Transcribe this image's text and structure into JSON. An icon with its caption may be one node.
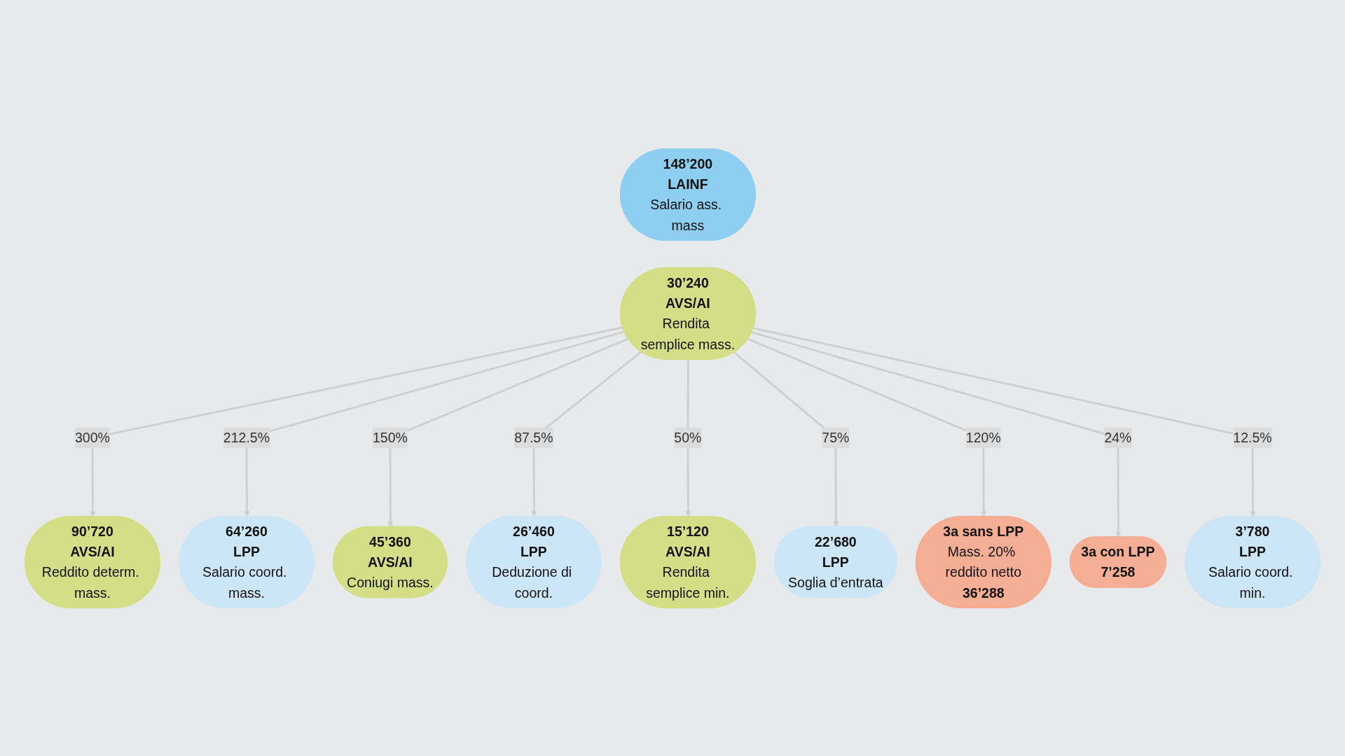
{
  "diagram": {
    "nodes": [
      {
        "text": [
          "148’200",
          "LAINF",
          "Salario ass. mass"
        ]
      },
      {
        "text": [
          "90’720",
          "AVS/AI",
          "Reddito determ. mass."
        ]
      },
      {
        "text": [
          "64’260",
          "LPP",
          "Salario coord. mass."
        ]
      },
      {
        "text": [
          "45’360",
          "AVS/AI",
          "Coniugi mass."
        ]
      },
      {
        "text": [
          "26’460",
          "LPP",
          "Deduzione di coord."
        ]
      },
      {
        "text": [
          "30’240",
          "AVS/AI",
          "Rendita semplice mass."
        ]
      },
      {
        "text": [
          "15’120",
          "AVS/AI",
          "Rendita semplice min."
        ]
      },
      {
        "text": [
          "22’680",
          "LPP",
          "Soglia d’entrata"
        ]
      },
      {
        "text": [
          "3a sans LPP",
          "Mass. 20% reddito netto",
          "36’288"
        ]
      },
      {
        "text": [
          "3’780",
          "LPP",
          "Salario coord. min."
        ]
      },
      {
        "text": [
          "3a con LPP",
          "7’258"
        ]
      }
    ],
    "edges": [
      {
        "from": 5,
        "to": 1,
        "arrow": "to",
        "label": "300%"
      },
      {
        "from": 5,
        "to": 2,
        "arrow": "to",
        "label": "212.5%"
      },
      {
        "from": 5,
        "to": 3,
        "arrow": "to",
        "label": "150%"
      },
      {
        "from": 5,
        "to": 4,
        "arrow": "to",
        "label": "87.5%"
      },
      {
        "from": 5,
        "to": 6,
        "arrow": "to",
        "label": "50%"
      },
      {
        "from": 5,
        "to": 7,
        "arrow": "to",
        "label": "75%"
      },
      {
        "from": 5,
        "to": 8,
        "arrow": "to",
        "label": "120%"
      },
      {
        "from": 5,
        "to": 10,
        "arrow": "to",
        "label": "24%"
      },
      {
        "from": 5,
        "to": 9,
        "arrow": "to",
        "label": "12.5%"
      }
    ]
  }
}
